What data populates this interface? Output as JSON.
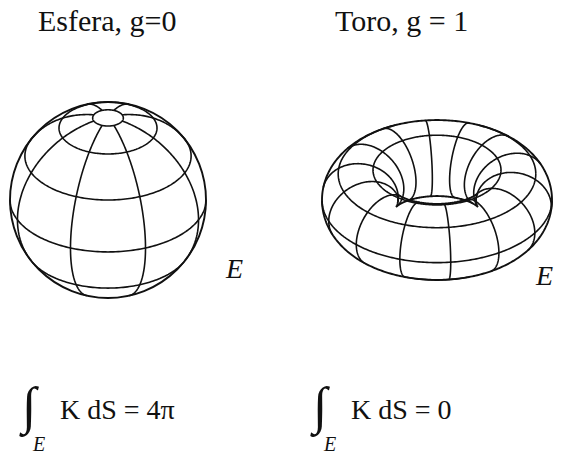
{
  "diagram": {
    "labels": [
      "Esfera, g=0",
      "Toro, g = 1",
      "E",
      "E",
      "∫",
      "E",
      "K dS = 4π",
      "∫",
      "E",
      "K dS = 0"
    ]
  }
}
